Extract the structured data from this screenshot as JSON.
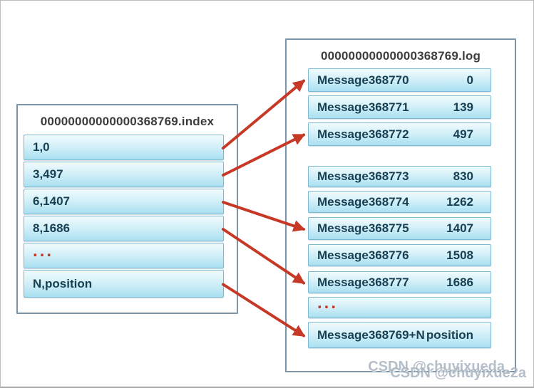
{
  "index_file": {
    "title": "00000000000000368769.index",
    "rows": [
      "1,0",
      "3,497",
      "6,1407",
      "8,1686",
      "...",
      "N,position"
    ]
  },
  "log_file": {
    "title": "00000000000000368769.log",
    "rows": [
      {
        "name": "Message368770",
        "position": "0"
      },
      {
        "name": "Message368771",
        "position": "139"
      },
      {
        "name": "Message368772",
        "position": "497"
      },
      {
        "name": "Message368773",
        "position": "830"
      },
      {
        "name": "Message368774",
        "position": "1262"
      },
      {
        "name": "Message368775",
        "position": "1407"
      },
      {
        "name": "Message368776",
        "position": "1508"
      },
      {
        "name": "Message368777",
        "position": "1686"
      },
      {
        "name": "...",
        "position": ""
      },
      {
        "name": "Message368769+N",
        "position": "position"
      }
    ]
  },
  "mappings": [
    [
      0,
      0
    ],
    [
      1,
      2
    ],
    [
      2,
      5
    ],
    [
      3,
      7
    ],
    [
      5,
      9
    ]
  ],
  "watermark": {
    "line1": "CSDN @chuyixueda",
    "line2": "CSDN @chuyixue2a"
  },
  "colors": {
    "row_text": "#173f52",
    "title_text": "#3d3d3d",
    "arrow": "#c63927",
    "row_border": "#7fb9d0",
    "box_border": "#7d95a8",
    "watermark": "#a9b4c0"
  }
}
